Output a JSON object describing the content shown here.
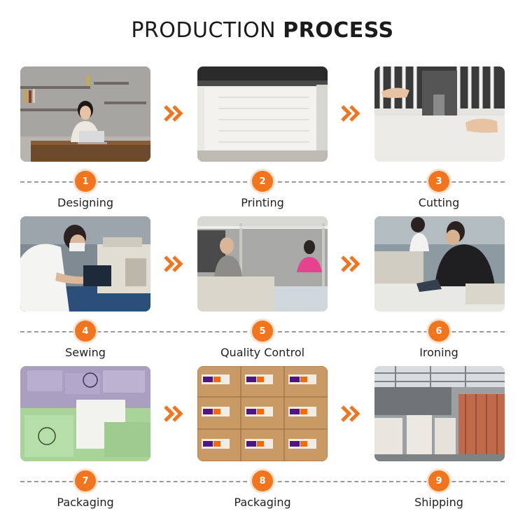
{
  "title": {
    "light": "PRODUCTION ",
    "bold": "PROCESS"
  },
  "accent_color": "#f1741f",
  "steps": [
    {
      "number": "1",
      "label": "Designing"
    },
    {
      "number": "2",
      "label": "Printing"
    },
    {
      "number": "3",
      "label": "Cutting"
    },
    {
      "number": "4",
      "label": "Sewing"
    },
    {
      "number": "5",
      "label": "Quality Control"
    },
    {
      "number": "6",
      "label": "Ironing"
    },
    {
      "number": "7",
      "label": "Packaging"
    },
    {
      "number": "8",
      "label": "Packaging"
    },
    {
      "number": "9",
      "label": "Shipping"
    }
  ],
  "icons": {
    "arrow": "double-chevron-right-icon"
  }
}
